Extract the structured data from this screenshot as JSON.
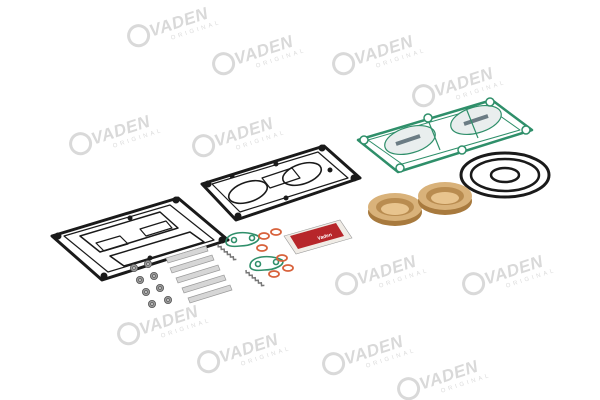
{
  "watermark": {
    "brand": "VADEN",
    "subtitle": "ORIGINAL"
  },
  "kit_label": {
    "brand": "Vaden"
  },
  "colors": {
    "gasket": "#1a1a1a",
    "green_gasket": "#2f8f6a",
    "brass": "#c9a066",
    "orange_oring": "#d8623c",
    "watermark": "#d9d9d9",
    "label_red": "#b7262a"
  },
  "parts": [
    "lower-cylinder-head-gasket",
    "upper-cylinder-head-gasket",
    "valve-plate-gasket",
    "large-o-rings",
    "brass-valve-caps",
    "green-reed-gaskets",
    "small-o-rings",
    "springs",
    "reed-valve-strips",
    "nuts",
    "instruction-label"
  ]
}
